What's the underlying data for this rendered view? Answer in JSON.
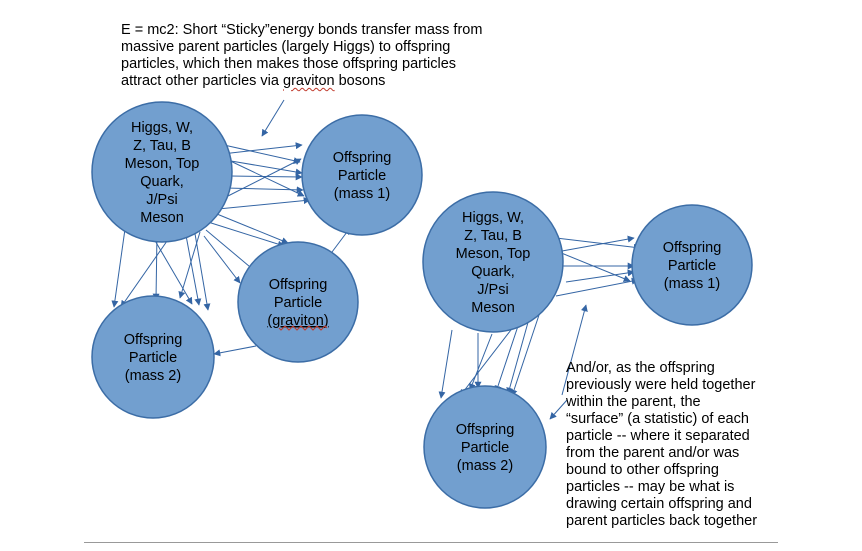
{
  "top_note": {
    "lines": [
      "E = mc2: Short “Sticky”energy bonds transfer mass from",
      "massive parent particles (largely Higgs) to offspring",
      "particles, which then makes those offspring particles",
      "attract other particles via "
    ],
    "last_word": "graviton",
    "last_tail": " bosons"
  },
  "side_note": {
    "lines": [
      "And/or, as the offspring",
      "previously were held together",
      "within the parent, the",
      "“surface” (a statistic) of each",
      "particle -- where it separated",
      "from the parent and/or was",
      "bound to other offspring",
      "particles -- may be what is",
      "drawing certain offspring and",
      "parent particles back together"
    ]
  },
  "colors": {
    "node_fill": "#729fcf",
    "node_stroke": "#3c6da6",
    "arrow": "#3465a4"
  },
  "nodes": [
    {
      "id": "parent-left",
      "lines": [
        "Higgs, W,",
        "Z, Tau, B",
        "Meson, Top",
        "Quark,",
        "J/Psi",
        "Meson"
      ]
    },
    {
      "id": "offspring-mass1-left",
      "lines": [
        "Offspring",
        "Particle",
        "(mass 1)"
      ]
    },
    {
      "id": "offspring-graviton",
      "lines": [
        "Offspring",
        "Particle",
        "(graviton)"
      ],
      "underline_line": 2
    },
    {
      "id": "offspring-mass2-left",
      "lines": [
        "Offspring",
        "Particle",
        "(mass 2)"
      ]
    },
    {
      "id": "parent-right",
      "lines": [
        "Higgs, W,",
        "Z, Tau, B",
        "Meson, Top",
        "Quark,",
        "J/Psi",
        "Meson"
      ]
    },
    {
      "id": "offspring-mass1-right",
      "lines": [
        "Offspring",
        "Particle",
        "(mass 1)"
      ]
    },
    {
      "id": "offspring-mass2-right",
      "lines": [
        "Offspring",
        "Particle",
        "(mass 2)"
      ]
    }
  ]
}
